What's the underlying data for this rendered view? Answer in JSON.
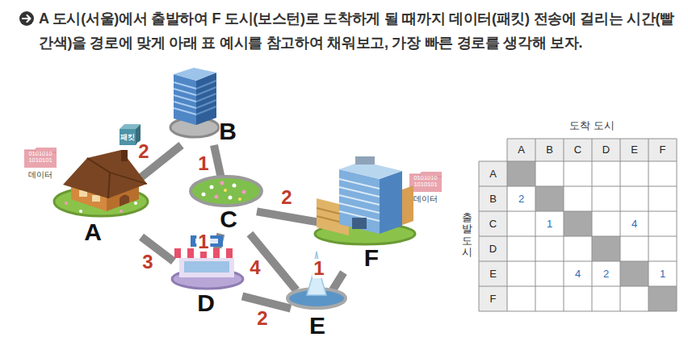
{
  "diagram": {
    "title": "A 도시(서울)에서 출발하여 F 도시(보스턴)로 도착하게 될 때까지 데이터(패킷) 전송에 걸리는 시간(빨간색)을 경로에 맞게 아래 표 예시를 참고하여 채워보고, 가장 빠른 경로를 생각해 보자.",
    "nodes": [
      {
        "text": [
          "A"
        ]
      },
      {
        "text": [
          "B"
        ]
      },
      {
        "text": [
          "C"
        ]
      },
      {
        "text": [
          "D"
        ]
      },
      {
        "text": [
          "E"
        ]
      },
      {
        "text": [
          "F"
        ]
      }
    ],
    "edges": [
      {
        "from": 0,
        "to": 1,
        "label": "2",
        "arrow": "none"
      },
      {
        "from": 1,
        "to": 2,
        "label": "1",
        "arrow": "none"
      },
      {
        "from": 0,
        "to": 3,
        "label": "3",
        "arrow": "none"
      },
      {
        "from": 2,
        "to": 3,
        "label": "1",
        "arrow": "none"
      },
      {
        "from": 2,
        "to": 5,
        "label": "2",
        "arrow": "none"
      },
      {
        "from": 2,
        "to": 4,
        "label": "4",
        "arrow": "none"
      },
      {
        "from": 3,
        "to": 4,
        "label": "2",
        "arrow": "none"
      },
      {
        "from": 4,
        "to": 5,
        "label": "1",
        "arrow": "none"
      }
    ],
    "labels": [
      "패킷",
      "0101010 1010101",
      "데이터",
      "0101010 1010101",
      "데이터",
      "도착 도시",
      "출발 도시",
      "A",
      "B",
      "C",
      "D",
      "E",
      "F",
      "A",
      "B",
      "C",
      "D",
      "E",
      "F",
      "2",
      "1",
      "4",
      "4",
      "2",
      "1"
    ]
  }
}
